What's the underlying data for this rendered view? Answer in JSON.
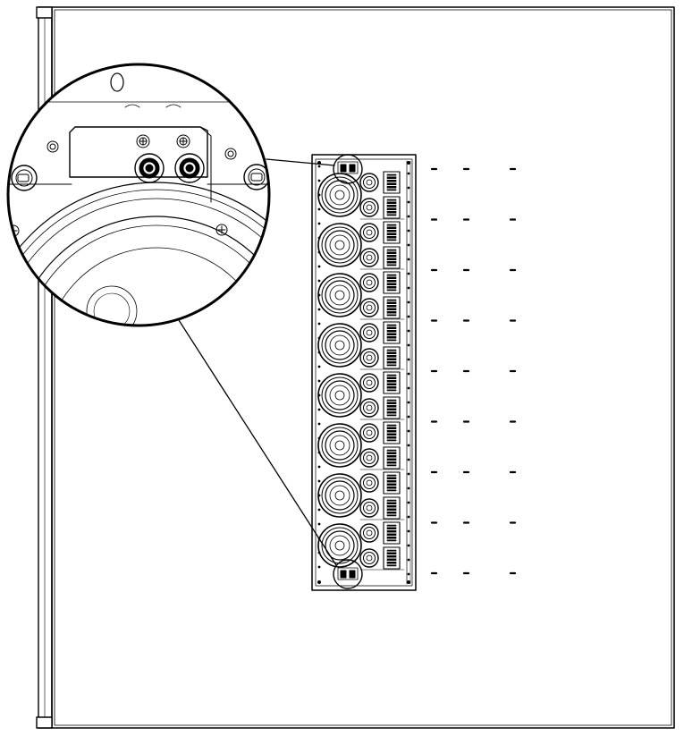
{
  "drawing": {
    "line_color": "#000000",
    "paper_color": "#ffffff",
    "subject": "line-array-loudspeaker-rear-panel",
    "driver_modules": [
      {
        "row": 1
      },
      {
        "row": 2
      },
      {
        "row": 3
      },
      {
        "row": 4
      },
      {
        "row": 5
      },
      {
        "row": 6
      },
      {
        "row": 7
      },
      {
        "row": 8
      }
    ],
    "callout_rows": 9,
    "callout_ticks_per_row": 3,
    "detail_view": {
      "shows": "binding-post-terminals",
      "terminal_count": 2
    }
  }
}
